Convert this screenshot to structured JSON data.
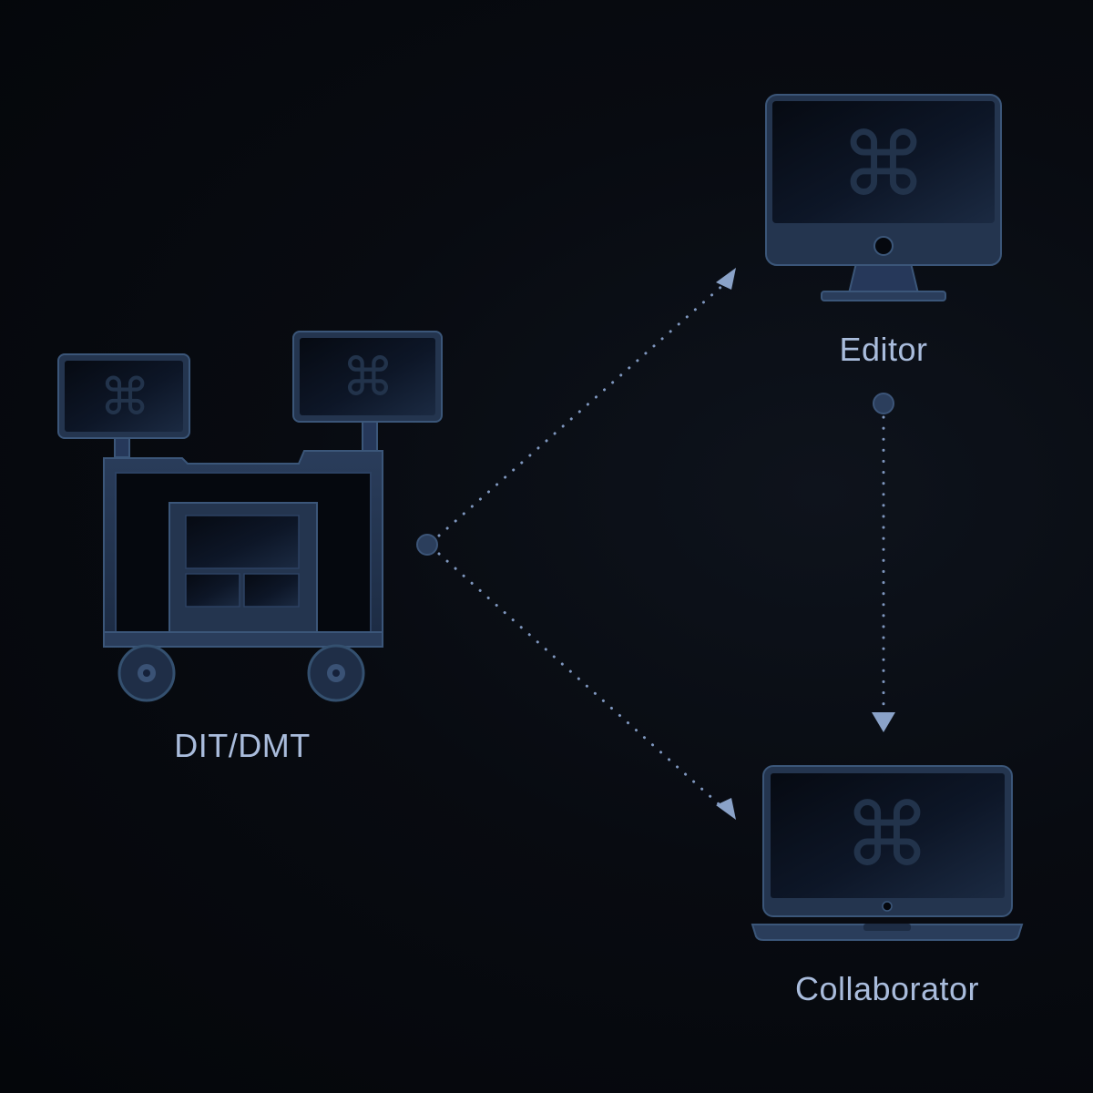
{
  "nodes": {
    "dit": {
      "label": "DIT/DMT",
      "icon": "dit-cart-icon"
    },
    "editor": {
      "label": "Editor",
      "icon": "desktop-monitor-icon"
    },
    "collaborator": {
      "label": "Collaborator",
      "icon": "laptop-icon"
    }
  },
  "edges": [
    {
      "from": "dit",
      "to": "editor",
      "style": "dotted",
      "arrow": true
    },
    {
      "from": "dit",
      "to": "collaborator",
      "style": "dotted",
      "arrow": true
    },
    {
      "from": "editor",
      "to": "collaborator",
      "style": "dotted",
      "arrow": true
    }
  ],
  "colors": {
    "background": "#05070c",
    "device_body": "#24354f",
    "device_stroke": "#3b5679",
    "screen": "#0b1220",
    "connector": "#7f97bf",
    "label": "#a9bcdc",
    "command_glyph": "#223349"
  },
  "glyphs": {
    "command_symbol": "⌘"
  }
}
